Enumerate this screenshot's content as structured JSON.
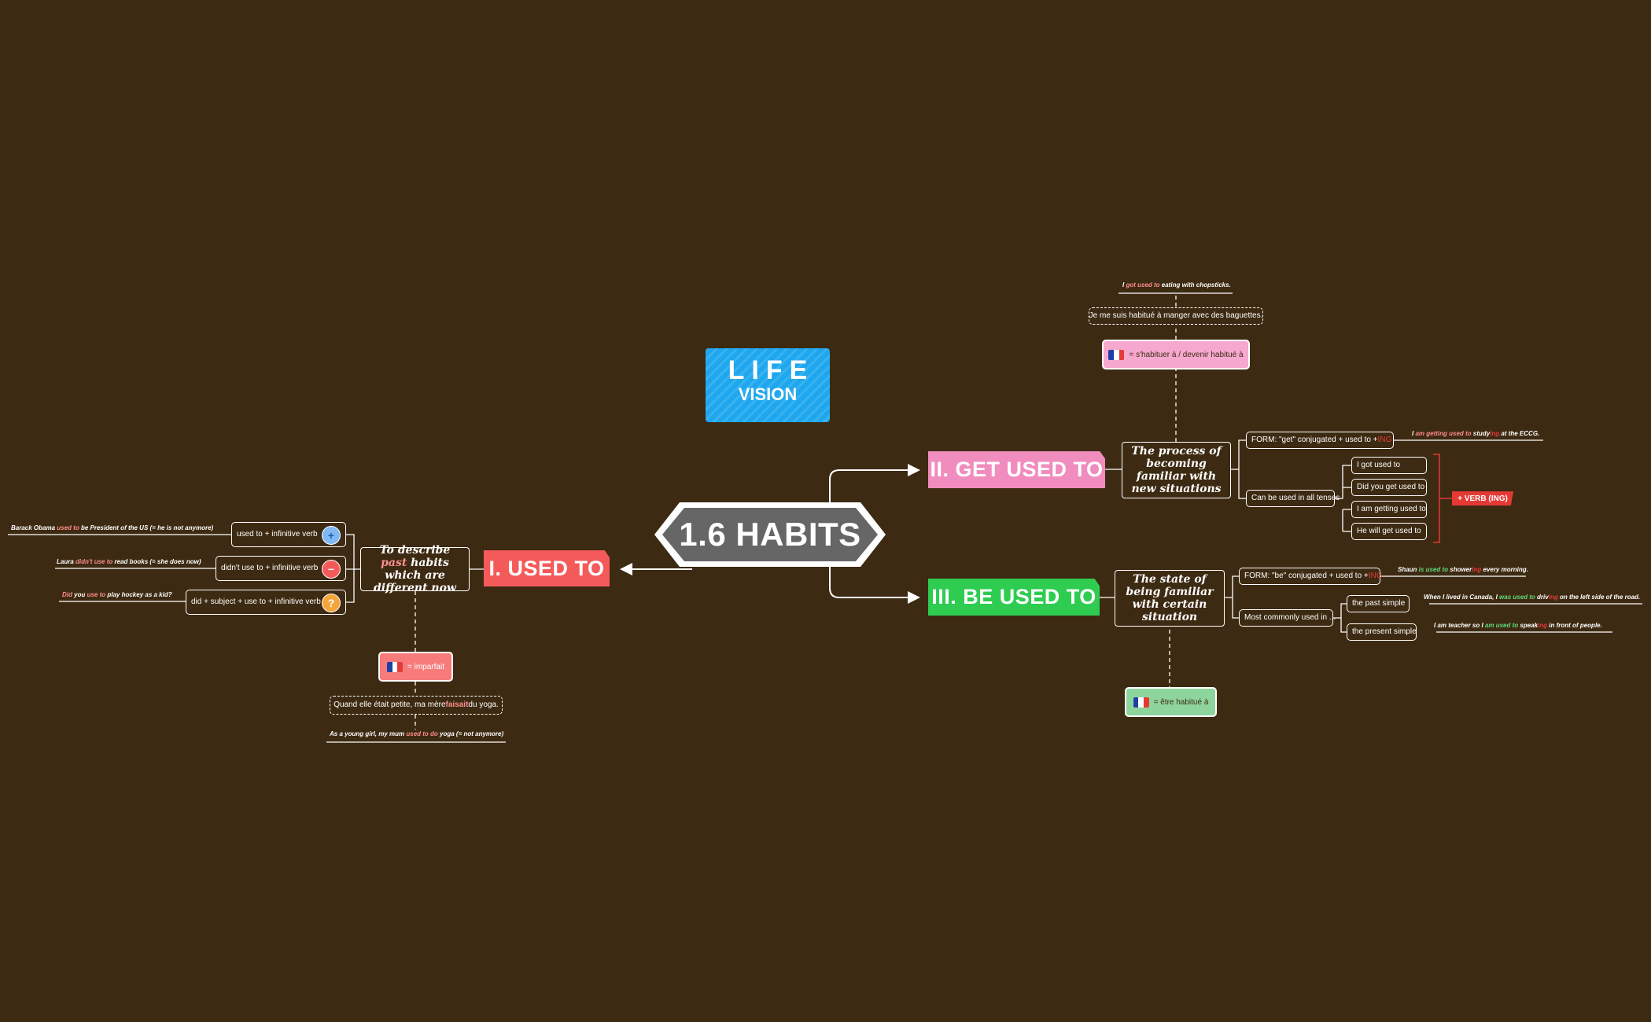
{
  "colors": {
    "background": "#3d2a12",
    "used_to": "#f55a5a",
    "get_used_to": "#f08cbe",
    "be_used_to": "#2ecc50",
    "central": "#666666",
    "logo": "#1ea7ee",
    "verb_ing": "#e53935"
  },
  "logo": {
    "line1": "LIFE",
    "line2": "VISION"
  },
  "central": {
    "title": "1.6 HABITS"
  },
  "used_to": {
    "title": "I. USED TO",
    "definition": "To describe past habits which are different now",
    "definition_parts": [
      "To describe ",
      "past",
      " habits which are different now"
    ],
    "forms": [
      {
        "label": "used to + infinitive verb",
        "icon": "plus-icon",
        "symbol": "+"
      },
      {
        "label": "didn't use to + infinitive verb",
        "icon": "minus-icon",
        "symbol": "−"
      },
      {
        "label": "did + subject + use to + infinitive verb",
        "icon": "question-icon",
        "symbol": "?"
      }
    ],
    "examples": [
      {
        "pre": "Barack Obama ",
        "hl": "used to",
        "post": " be President of the US (= he is not anymore)"
      },
      {
        "pre": "Laura ",
        "hl": "didn't use to",
        "post": " read books (= she does now)"
      },
      {
        "pre": "Did",
        "mid": " you ",
        "hl": "use to",
        "post": " play hockey as a kid?"
      }
    ],
    "french": "= imparfait",
    "french_example": {
      "pre": "Quand elle était petite, ma mère ",
      "hl": "faisait",
      "post": " du yoga."
    },
    "english_example": {
      "pre": "As a young girl, my mum ",
      "hl": "used to do",
      "post": " yoga (= not anymore)"
    }
  },
  "get_used_to": {
    "title": "II. GET USED TO",
    "definition": "The process of becoming familiar with new situations",
    "form": {
      "pre": "FORM: \"get\" conjugated + used to + ",
      "hl": "ING"
    },
    "form_example": {
      "pre": "I ",
      "hl": "am getting used to",
      "mid": " study",
      "hl2": "ing",
      "post": " at the ECCG."
    },
    "tenses_label": "Can be used in all tenses",
    "tenses": [
      "I got used to",
      "Did you get used to",
      "I am getting used to",
      "He will get used to"
    ],
    "verb_ing": "+ VERB (ING)",
    "french": "= s'habituer à / devenir habitué à",
    "french_example": "Je me suis habitué à manger avec des baguettes.",
    "english_example": {
      "pre": "I ",
      "hl": "got used to",
      "post": " eating with chopsticks."
    }
  },
  "be_used_to": {
    "title": "III. BE USED TO",
    "definition": "The state of being familiar with certain situation",
    "form": {
      "pre": "FORM: \"be\" conjugated + used to + ",
      "hl": "ING"
    },
    "form_example": {
      "pre": "Shaun ",
      "hl": "is used to",
      "mid": " shower",
      "hl2": "ing",
      "post": " every morning."
    },
    "common_label": "Most commonly used in ...",
    "tenses": [
      "the past simple",
      "the present simple"
    ],
    "tense_examples": [
      {
        "pre": "When I lived in Canada, I ",
        "hl": "was used to",
        "mid": " driv",
        "hl2": "ing",
        "post": " on the left side of the road."
      },
      {
        "pre": "I am teacher so I ",
        "hl": "am used to",
        "mid": " speak",
        "hl2": "ing",
        "post": " in front of people."
      }
    ],
    "french": "= être habitué à"
  }
}
